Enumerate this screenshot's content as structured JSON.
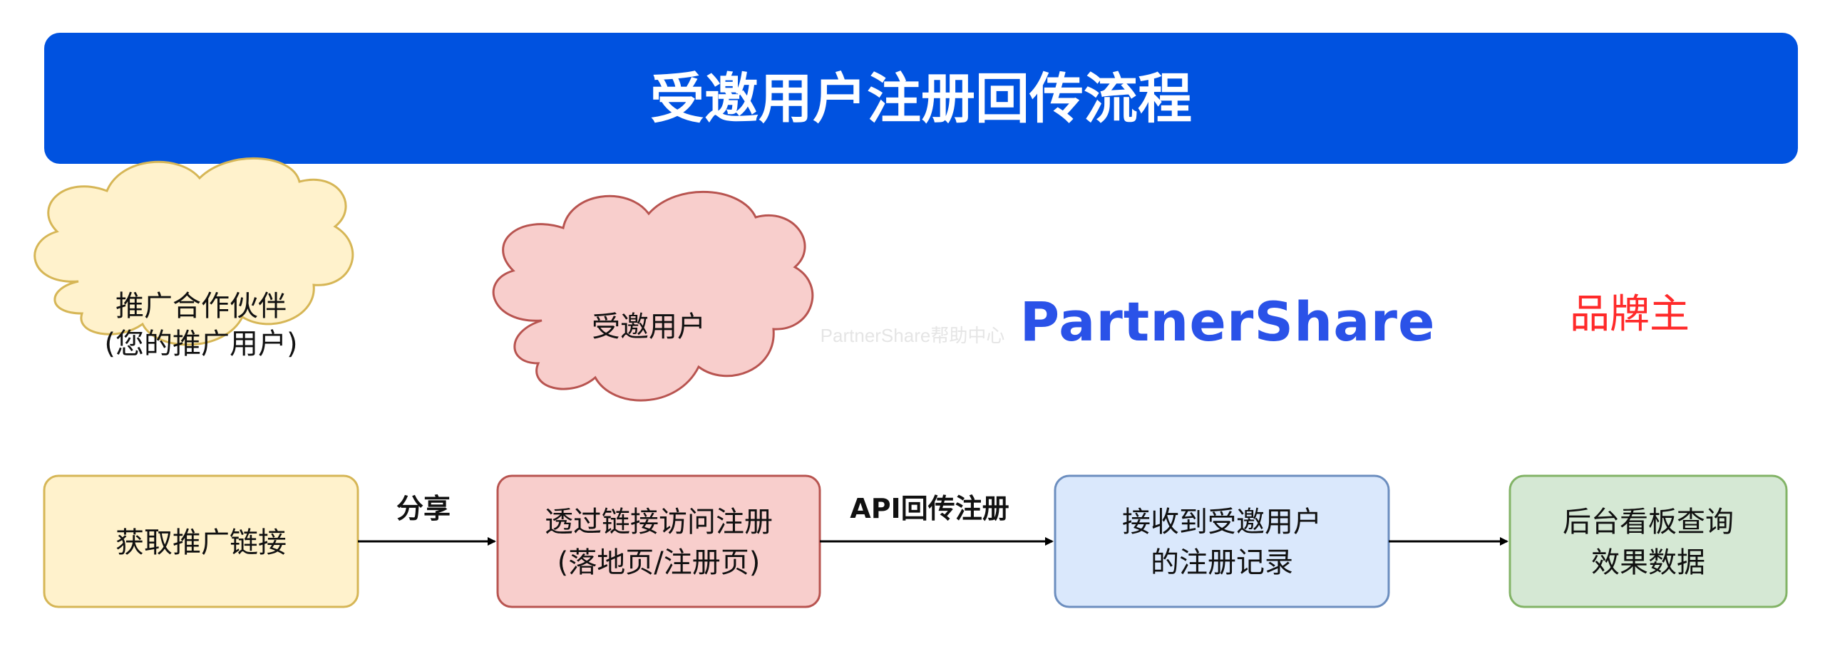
{
  "colors": {
    "banner": "#0052e0",
    "banner_text": "#ffffff",
    "yellow_fill": "#fff2cc",
    "yellow_stroke": "#d6b656",
    "red_fill": "#f8cecc",
    "red_stroke": "#b85450",
    "blue_fill": "#dae8fc",
    "blue_stroke": "#6c8ebf",
    "green_fill": "#d5e8d4",
    "green_stroke": "#82b366",
    "brand_blue": "#2a52e8",
    "brand_owner_red": "#ff2a2a",
    "watermark": "#e5e5e5"
  },
  "header": {
    "title": "受邀用户注册回传流程"
  },
  "clouds": {
    "partner": {
      "line1": "推广合作伙伴",
      "line2": "(您的推广用户)"
    },
    "invitee": {
      "label": "受邀用户"
    }
  },
  "watermark": {
    "text": "PartnerShare帮助中心"
  },
  "brand": {
    "logo_text": "PartnerShare",
    "owner_label": "品牌主"
  },
  "steps": [
    {
      "line1": "获取推广链接",
      "line2": ""
    },
    {
      "line1": "透过链接访问注册",
      "line2": "(落地页/注册页)"
    },
    {
      "line1": "接收到受邀用户",
      "line2": "的注册记录"
    },
    {
      "line1": "后台看板查询",
      "line2": "效果数据"
    }
  ],
  "arrows": {
    "share_label": "分享",
    "api_label": "API回传注册",
    "third_label": ""
  }
}
